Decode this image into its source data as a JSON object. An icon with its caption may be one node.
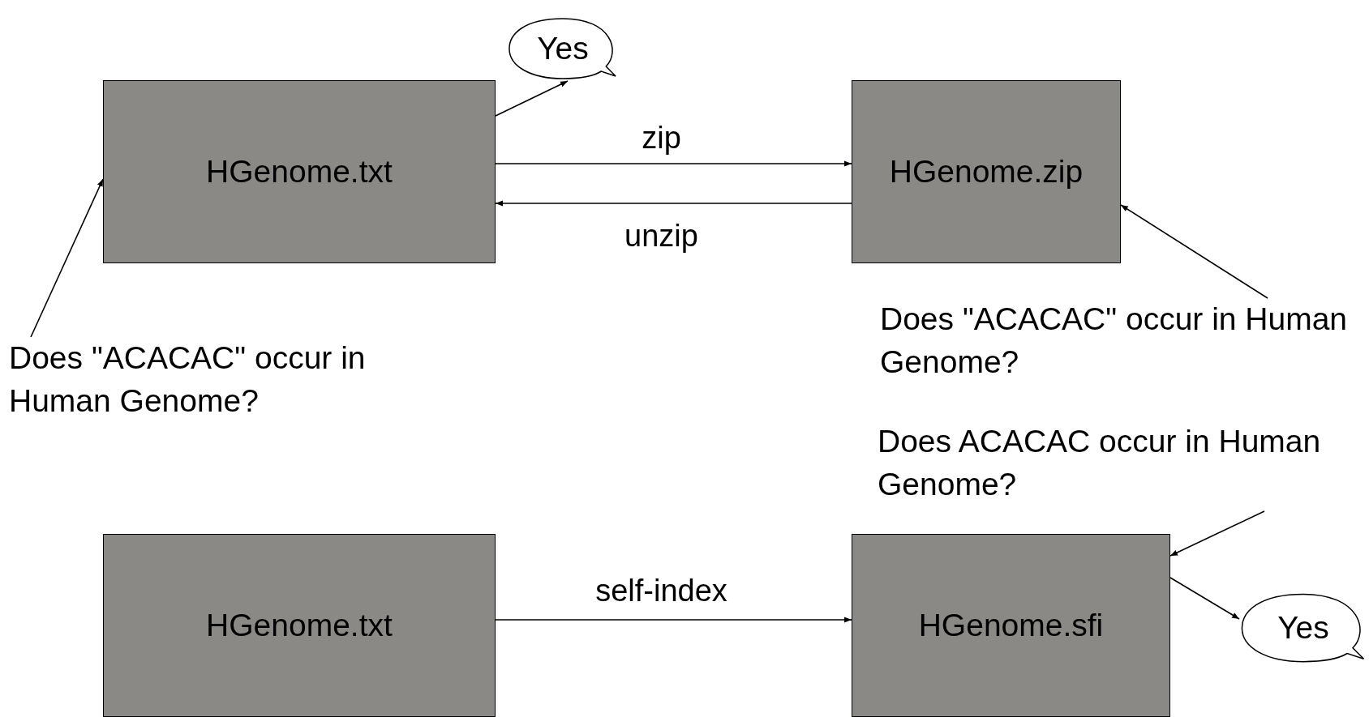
{
  "diagram": {
    "nodes": [
      {
        "text": [
          "HGenome.txt"
        ]
      },
      {
        "text": [
          "Yes"
        ]
      },
      {
        "text": [
          "HGenome.zip"
        ]
      },
      {
        "text": [
          "Does \"ACACAC\" occur in Human Genome?"
        ]
      },
      {
        "text": [
          "Does \"ACACAC\" occur in Human Genome?"
        ]
      },
      {
        "text": [
          "Does ACACAC occur in Human Genome?"
        ]
      },
      {
        "text": [
          "HGenome.txt"
        ]
      },
      {
        "text": [
          "HGenome.sfi"
        ]
      },
      {
        "text": [
          "Yes"
        ]
      }
    ],
    "edges": [
      {
        "from": 0,
        "to": 2,
        "label": "zip",
        "arrow": "to"
      },
      {
        "from": 2,
        "to": 0,
        "label": "unzip",
        "arrow": "to"
      },
      {
        "from": 3,
        "to": 0,
        "arrow": "to"
      },
      {
        "from": 4,
        "to": 2,
        "arrow": "to"
      },
      {
        "from": 0,
        "to": 1,
        "arrow": "to"
      },
      {
        "from": 6,
        "to": 7,
        "label": "self-index",
        "arrow": "to"
      },
      {
        "from": 5,
        "to": 7,
        "arrow": "to"
      },
      {
        "from": 7,
        "to": 8,
        "arrow": "to"
      }
    ]
  }
}
